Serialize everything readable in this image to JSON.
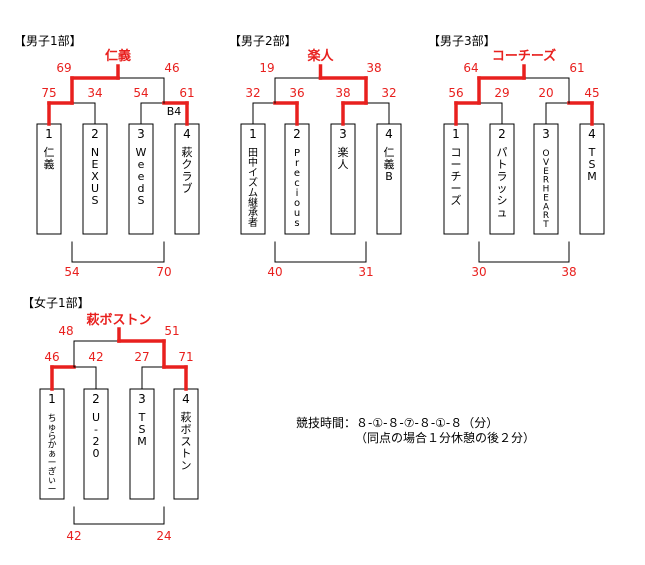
{
  "brackets": [
    {
      "id": "boys1",
      "header": "【男子1部】",
      "champion": "仁義",
      "final_scores": [
        "69",
        "46"
      ],
      "semi_scores": [
        [
          "75",
          "34"
        ],
        [
          "54",
          "61"
        ]
      ],
      "extra_label": "B4",
      "teams": [
        {
          "num": "1",
          "name": "仁義"
        },
        {
          "num": "2",
          "name": "NEXUS"
        },
        {
          "num": "3",
          "name": "WeedS"
        },
        {
          "num": "4",
          "name": "萩クラブ"
        }
      ],
      "third_place_scores": [
        "54",
        "70"
      ]
    },
    {
      "id": "boys2",
      "header": "【男子2部】",
      "champion": "楽人",
      "final_scores": [
        "19",
        "38"
      ],
      "semi_scores": [
        [
          "32",
          "36"
        ],
        [
          "38",
          "32"
        ]
      ],
      "teams": [
        {
          "num": "1",
          "name": "田中イズム継承者"
        },
        {
          "num": "2",
          "name": "Precious"
        },
        {
          "num": "3",
          "name": "楽人"
        },
        {
          "num": "4",
          "name": "仁義B"
        }
      ],
      "third_place_scores": [
        "40",
        "31"
      ]
    },
    {
      "id": "boys3",
      "header": "【男子3部】",
      "champion": "コーチーズ",
      "final_scores": [
        "64",
        "61"
      ],
      "semi_scores": [
        [
          "56",
          "29"
        ],
        [
          "20",
          "45"
        ]
      ],
      "teams": [
        {
          "num": "1",
          "name": "コーチーズ"
        },
        {
          "num": "2",
          "name": "パトラッシュ"
        },
        {
          "num": "3",
          "name": "OVERHEART"
        },
        {
          "num": "4",
          "name": "TSM"
        }
      ],
      "third_place_scores": [
        "30",
        "38"
      ]
    },
    {
      "id": "girls1",
      "header": "【女子1部】",
      "champion": "萩ボストン",
      "final_scores": [
        "48",
        "51"
      ],
      "semi_scores": [
        [
          "46",
          "42"
        ],
        [
          "27",
          "71"
        ]
      ],
      "teams": [
        {
          "num": "1",
          "name": "ちゅらかぁーぎぃー"
        },
        {
          "num": "2",
          "name": "U-20"
        },
        {
          "num": "3",
          "name": "TSM"
        },
        {
          "num": "4",
          "name": "萩ボストン"
        }
      ],
      "third_place_scores": [
        "42",
        "24"
      ]
    }
  ],
  "note": {
    "line1": "競技時間：８-①-８-⑦-８-①-８（分）",
    "line2": "（同点の場合１分休憩の後２分）"
  },
  "colors": {
    "win": "#e8201e",
    "line": "#000000",
    "score": "#e8201e"
  }
}
